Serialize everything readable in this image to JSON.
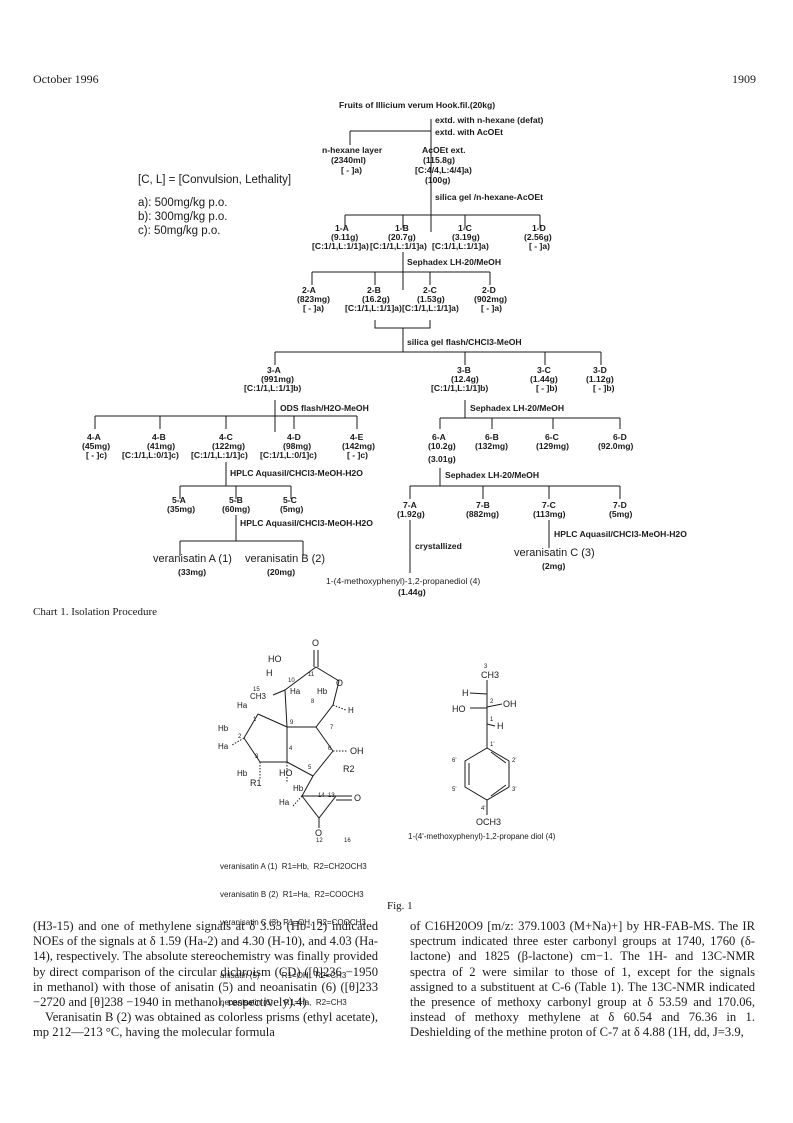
{
  "header": {
    "date": "October 1996",
    "page_number": "1909"
  },
  "legend": {
    "key": "[C, L] = [Convulsion, Lethality]",
    "dose_a": "a): 500mg/kg p.o.",
    "dose_b": "b): 300mg/kg p.o.",
    "dose_c": "c): 50mg/kg p.o."
  },
  "flow": {
    "source": "Fruits of Illicium verum Hook.fil.(20kg)",
    "step_defat": "extd. with n-hexane (defat)",
    "step_acoet": "extd. with AcOEt",
    "hexane_layer": "n-hexane layer",
    "hexane_amt": "(2340ml)",
    "hexane_act": "[ - ]a)",
    "acoet_ext": "AcOEt ext.",
    "acoet_amt": "(115.8g)",
    "acoet_act": "[C:4/4,L:4/4]a)",
    "acoet_used": "(100g)",
    "step_silica1": "silica gel /n-hexane-AcOEt",
    "f1a": "1-A",
    "f1a_amt": "(9.11g)",
    "f1a_act": "[C:1/1,L:1/1]a)",
    "f1b": "1-B",
    "f1b_amt": "(20.7g)",
    "f1b_act": "[C:1/1,L:1/1]a)",
    "f1c": "1-C",
    "f1c_amt": "(3.19g)",
    "f1c_act": "[C:1/1,L:1/1]a)",
    "f1d": "1-D",
    "f1d_amt": "(2.56g)",
    "f1d_act": "[ - ]a)",
    "step_lh1": "Sephadex LH-20/MeOH",
    "f2a": "2-A",
    "f2a_amt": "(823mg)",
    "f2a_act": "[ - ]a)",
    "f2b": "2-B",
    "f2b_amt": "(16.2g)",
    "f2b_act": "[C:1/1,L:1/1]a)",
    "f2c": "2-C",
    "f2c_amt": "(1.53g)",
    "f2c_act": "[C:1/1,L:1/1]a)",
    "f2d": "2-D",
    "f2d_amt": "(902mg)",
    "f2d_act": "[ - ]a)",
    "step_flash": "silica gel flash/CHCl3-MeOH",
    "f3a": "3-A",
    "f3a_amt": "(991mg)",
    "f3a_act": "[C:1/1,L:1/1]b)",
    "f3b": "3-B",
    "f3b_amt": "(12.4g)",
    "f3b_act": "[C:1/1,L:1/1]b)",
    "f3c": "3-C",
    "f3c_amt": "(1.44g)",
    "f3c_act": "[ - ]b)",
    "f3d": "3-D",
    "f3d_amt": "(1.12g)",
    "f3d_act": "[ - ]b)",
    "step_ods": "ODS flash/H2O-MeOH",
    "step_lh2": "Sephadex LH-20/MeOH",
    "f4a": "4-A",
    "f4a_amt": "(45mg)",
    "f4a_act": "[ - ]c)",
    "f4b": "4-B",
    "f4b_amt": "(41mg)",
    "f4b_act": "[C:1/1,L:0/1]c)",
    "f4c": "4-C",
    "f4c_amt": "(122mg)",
    "f4c_act": "[C:1/1,L:1/1]c)",
    "f4d": "4-D",
    "f4d_amt": "(98mg)",
    "f4d_act": "[C:1/1,L:0/1]c)",
    "f4e": "4-E",
    "f4e_amt": "(142mg)",
    "f4e_act": "[ - ]c)",
    "f6a": "6-A",
    "f6a_amt": "(10.2g)",
    "f6a_used": "(3.01g)",
    "f6b": "6-B",
    "f6b_amt": "(132mg)",
    "f6c": "6-C",
    "f6c_amt": "(129mg)",
    "f6d": "6-D",
    "f6d_amt": "(92.0mg)",
    "step_hplc1": "HPLC Aquasil/CHCl3-MeOH-H2O",
    "step_lh3": "Sephadex LH-20/MeOH",
    "f5a": "5-A",
    "f5a_amt": "(35mg)",
    "f5b": "5-B",
    "f5b_amt": "(60mg)",
    "f5c": "5-C",
    "f5c_amt": "(5mg)",
    "f7a": "7-A",
    "f7a_amt": "(1.92g)",
    "f7b": "7-B",
    "f7b_amt": "(882mg)",
    "f7c": "7-C",
    "f7c_amt": "(113mg)",
    "f7d": "7-D",
    "f7d_amt": "(5mg)",
    "step_hplc2": "HPLC Aquasil/CHCl3-MeOH-H2O",
    "step_hplc3": "HPLC Aquasil/CHCl3-MeOH-H2O",
    "step_cryst": "crystallized",
    "prod_a": "veranisatin A (1)",
    "prod_a_amt": "(33mg)",
    "prod_b": "veranisatin B (2)",
    "prod_b_amt": "(20mg)",
    "prod_c": "veranisatin C (3)",
    "prod_c_amt": "(2mg)",
    "prod_d": "1-(4-methoxyphenyl)-1,2-propanediol (4)",
    "prod_d_amt": "(1.44g)"
  },
  "chart_caption": "Chart 1.   Isolation Procedure",
  "structure_left": {
    "atoms": {
      "o_carbonyl": "O",
      "ho_top": "HO",
      "h_10": "H",
      "c11": "11",
      "c10": "10",
      "o_ring": "O",
      "c15": "15",
      "ch3": "CH3",
      "ha_top": "Ha",
      "hb_top": "Hb",
      "c8": "8",
      "ha_left": "Ha",
      "c1": "1",
      "c9": "9",
      "c7": "7",
      "h7": "H",
      "hb_mid": "Hb",
      "c2": "2",
      "ha_mid": "Ha",
      "c3": "3",
      "c4": "4",
      "c6": "6",
      "oh6": "OH",
      "hb_low": "Hb",
      "ho_low": "HO",
      "c5": "5",
      "r2": "R2",
      "r1": "R1",
      "hb_lac": "Hb",
      "c14": "14",
      "c13": "13",
      "o_lac_c": "O",
      "ha_lac": "Ha",
      "o_lac": "O"
    },
    "num_12": "12",
    "num_16": "16",
    "rows": [
      "veranisatin A (1)  R1=Hb,  R2=CH2OCH3",
      "veranisatin B (2)  R1=Ha,  R2=COOCH3",
      "veranisatin C (3)  R1=OH,  R2=COOCH3",
      "anisatin (5)          R1=OH,  R2=CH3",
      "neoanisatin (6)     R1=Ha,  R2=CH3"
    ]
  },
  "structure_right": {
    "atoms": {
      "c3": "3",
      "ch3": "CH3",
      "h2": "H",
      "c2": "2",
      "oh": "OH",
      "ho": "HO",
      "c1": "1",
      "h1": "H",
      "c1p": "1'",
      "c6p": "6'",
      "c2p": "2'",
      "c5p": "5'",
      "c3p": "3'",
      "c4p": "4'",
      "och3": "OCH3"
    },
    "label": "1-(4'-methoxyphenyl)-1,2-propane diol (4)"
  },
  "figure_caption": "Fig. 1",
  "body": {
    "left": [
      "(H3-15) and one of methylene signals at δ 3.53 (Hb-12) indicated NOEs of the signals at δ 1.59 (Ha-2) and 4.30 (H-10), and 4.03 (Ha-14), respectively. The absolute stereochemistry was finally provided by direct comparison of the circular dichroism (CD) ([θ]236 −1950 in methanol) with those of anisatin (5) and neoanisatin (6) ([θ]233 −2720 and [θ]238 −1940 in methanol, respectively).4)",
      "Veranisatin B (2) was obtained as colorless prisms (ethyl acetate), mp 212—213 °C, having the molecular formula"
    ],
    "right": [
      "of C16H20O9 [m/z: 379.1003 (M+Na)+] by HR-FAB-MS. The IR spectrum indicated three ester carbonyl groups at 1740, 1760 (δ-lactone) and 1825 (β-lactone) cm−1. The 1H- and 13C-NMR spectra of 2 were similar to those of 1, except for the signals assigned to a substituent at C-6 (Table 1). The 13C-NMR indicated the presence of methoxy carbonyl group at δ 53.59 and 170.06, instead of methoxy methylene at δ 60.54 and 76.36 in 1. Deshielding of the methine proton of C-7 at δ 4.88 (1H, dd, J=3.9,"
    ]
  }
}
